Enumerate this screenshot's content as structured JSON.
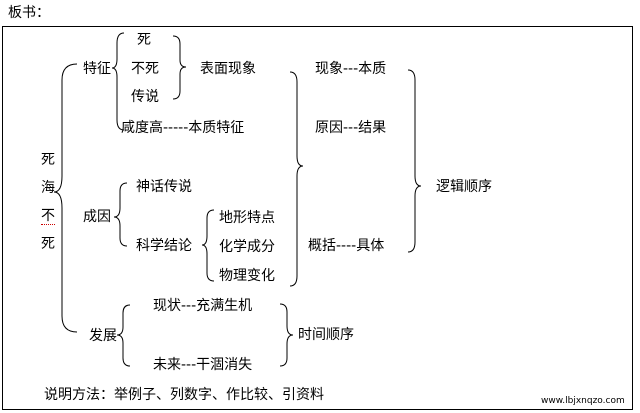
{
  "header": "板书：",
  "topic": {
    "chars": [
      "死",
      "海",
      "不",
      "死"
    ]
  },
  "features": {
    "label": "特征",
    "items": [
      "死",
      "不死",
      "传说"
    ],
    "surface": "表面现象",
    "essence": "咸度高-----本质特征"
  },
  "causes": {
    "label": "成因",
    "myth": "神话传说",
    "science": "科学结论",
    "science_items": [
      "地形特点",
      "化学成分",
      "物理变化"
    ]
  },
  "development": {
    "label": "发展",
    "present": "现状---充满生机",
    "future": "未来---干涸消失",
    "order": "时间顺序"
  },
  "relations": {
    "items": [
      "现象---本质",
      "原因---结果",
      "概括----具体"
    ],
    "order": "逻辑顺序"
  },
  "methods": "说明方法：举例子、列数字、作比较、引资料",
  "watermark": "www.lbjxnqzo.com",
  "colors": {
    "ink": "#000000",
    "frame": "#000000",
    "spellcheck": "#cc0000"
  }
}
